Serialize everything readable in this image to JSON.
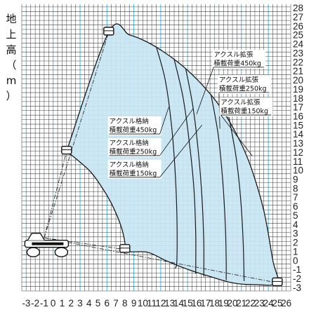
{
  "chart_data": {
    "type": "area",
    "ylabel": [
      "地",
      "上",
      "高",
      "（",
      "m",
      "）"
    ],
    "x_ticks": [
      -3,
      -2,
      -1,
      0,
      1,
      2,
      3,
      4,
      5,
      6,
      7,
      8,
      9,
      10,
      11,
      12,
      13,
      14,
      15,
      16,
      17,
      18,
      19,
      20,
      21,
      22,
      23,
      24,
      25,
      26
    ],
    "y_ticks": [
      28,
      27,
      26,
      25,
      24,
      23,
      22,
      21,
      20,
      19,
      18,
      17,
      16,
      15,
      14,
      13,
      12,
      11,
      10,
      9,
      8,
      7,
      6,
      5,
      4,
      3,
      2,
      1,
      0,
      -1,
      -2,
      -3
    ],
    "xlim": [
      -3.5,
      26.5
    ],
    "ylim": [
      -3.4,
      28.4
    ],
    "grid": true,
    "series": [
      {
        "points": [
          [
            1.5,
            12.1
          ],
          [
            6.2,
            25.3
          ],
          [
            8.5,
            25.0
          ],
          [
            10.5,
            24.2
          ],
          [
            12.5,
            23.0
          ],
          [
            14.5,
            21.5
          ],
          [
            16.5,
            19.6
          ],
          [
            18.5,
            17.2
          ],
          [
            20.5,
            13.9
          ],
          [
            22,
            10.5
          ],
          [
            23.5,
            5.5
          ],
          [
            24.5,
            0
          ],
          [
            25.0,
            -2.5
          ],
          [
            22.5,
            -2.7
          ],
          [
            20,
            -2.5
          ],
          [
            17.5,
            -1.8
          ],
          [
            15,
            -1.0
          ],
          [
            12.5,
            0
          ],
          [
            10.5,
            0.9
          ],
          [
            8,
            1.0
          ],
          [
            8,
            2.0
          ],
          [
            7.5,
            4.0
          ],
          [
            6.5,
            6.3
          ],
          [
            5.5,
            8.0
          ],
          [
            4.0,
            10.0
          ],
          [
            1.5,
            12.1
          ]
        ]
      },
      {
        "points": [
          [
            11.5,
            23.7
          ],
          [
            12.5,
            20
          ],
          [
            13.2,
            15
          ],
          [
            13.6,
            10
          ],
          [
            13.8,
            5
          ],
          [
            13.8,
            0
          ],
          [
            13.6,
            -0.9
          ]
        ]
      },
      {
        "points": [
          [
            13.5,
            22.3
          ],
          [
            14.5,
            18
          ],
          [
            15.2,
            13
          ],
          [
            15.7,
            8
          ],
          [
            15.9,
            3
          ],
          [
            15.9,
            -1.5
          ]
        ]
      },
      {
        "points": [
          [
            14.8,
            21.2
          ],
          [
            15.6,
            17
          ],
          [
            16.2,
            12
          ],
          [
            16.6,
            7
          ],
          [
            16.8,
            2
          ],
          [
            16.8,
            -1.8
          ]
        ]
      },
      {
        "points": [
          [
            17.6,
            18.4
          ],
          [
            18.4,
            14
          ],
          [
            18.9,
            9
          ],
          [
            19.2,
            4
          ],
          [
            19.3,
            0
          ],
          [
            19.3,
            -2.2
          ]
        ]
      },
      {
        "points": [
          [
            19.6,
            15.9
          ],
          [
            20.4,
            11.5
          ],
          [
            20.9,
            7
          ],
          [
            21.2,
            2
          ],
          [
            21.3,
            -2.3
          ]
        ]
      }
    ],
    "annotations": [
      {
        "lines": [
          "アクスル格納",
          "積載荷重450kg"
        ],
        "anchor": [
          11.9,
          14.4
        ],
        "target": [
          12.9,
          17.0
        ]
      },
      {
        "lines": [
          "アクスル格納",
          "積載荷重250kg"
        ],
        "anchor": [
          11.9,
          12.0
        ],
        "target": [
          15.6,
          16.8
        ]
      },
      {
        "lines": [
          "アクスル格納",
          "積載荷重150kg"
        ],
        "anchor": [
          11.9,
          9.6
        ],
        "target": [
          16.6,
          15.0
        ]
      },
      {
        "lines": [
          "アクスル拡張",
          "積載荷重450kg"
        ],
        "anchor": [
          17.9,
          21.8
        ],
        "target": [
          16.0,
          16.2
        ]
      },
      {
        "lines": [
          "アクスル拡張",
          "積載荷重250kg"
        ],
        "anchor": [
          18.5,
          19.0
        ],
        "target": [
          18.6,
          14.6
        ]
      },
      {
        "lines": [
          "アクスル拡張",
          "積載荷重150kg"
        ],
        "anchor": [
          18.7,
          16.5
        ],
        "target": [
          22.2,
          11.6
        ]
      }
    ],
    "boom_reach": {
      "pivot": [
        -1.0,
        2.5
      ],
      "points": [
        [
          1.5,
          12.1
        ],
        [
          6.2,
          25.3
        ],
        [
          8.0,
          1.2
        ],
        [
          25.0,
          -2.5
        ]
      ]
    },
    "colors": {
      "fill": "#c9e6f4",
      "outline": "#1a1a1a",
      "grid_major": "#444444",
      "grid_minor": "#55c0ee"
    }
  }
}
